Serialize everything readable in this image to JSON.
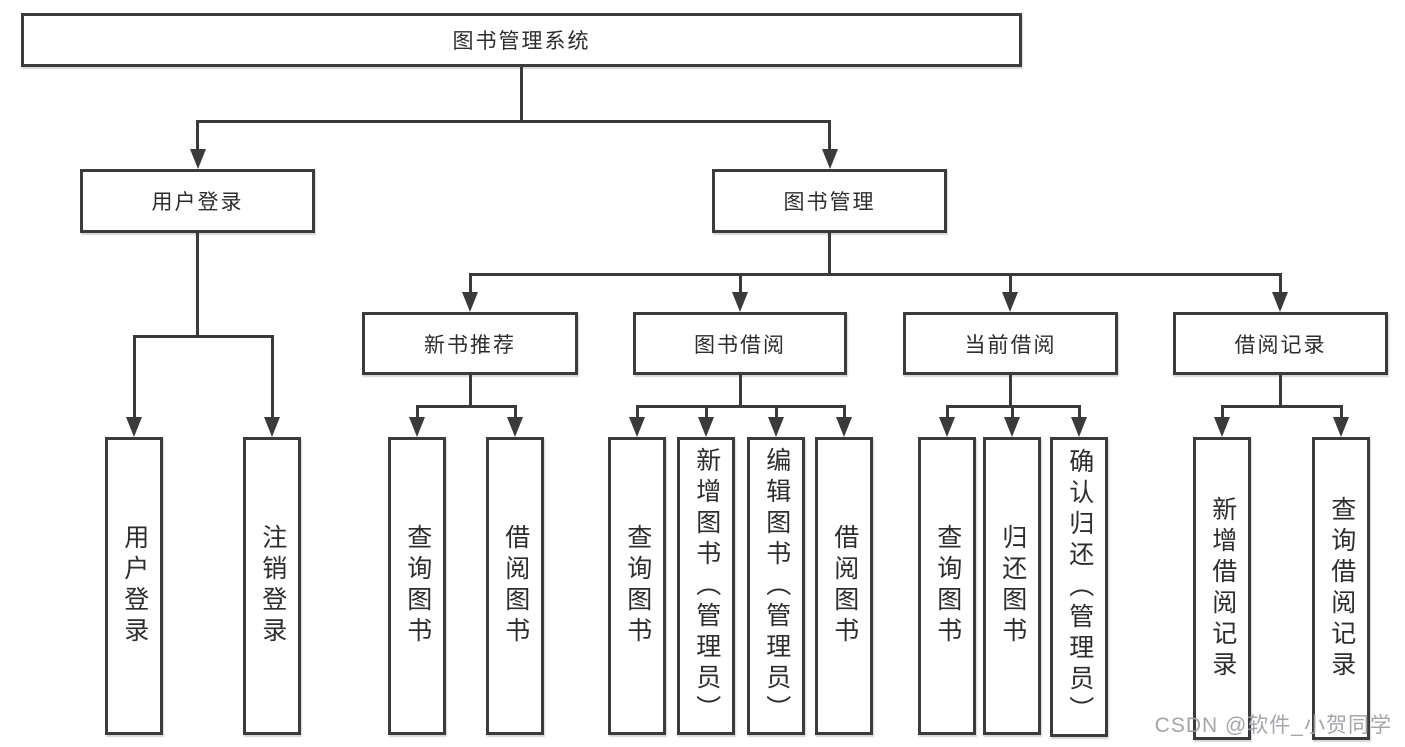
{
  "diagram": {
    "root_label": "图书管理系统",
    "branches": [
      {
        "label": "用户登录",
        "children": [
          {
            "label": "用户登录"
          },
          {
            "label": "注销登录"
          }
        ]
      },
      {
        "label": "图书管理",
        "children": [
          {
            "label": "新书推荐",
            "children": [
              {
                "label": "查询图书"
              },
              {
                "label": "借阅图书"
              }
            ]
          },
          {
            "label": "图书借阅",
            "children": [
              {
                "label": "查询图书"
              },
              {
                "label": "新增图书（管理员）"
              },
              {
                "label": "编辑图书（管理员）"
              },
              {
                "label": "借阅图书"
              }
            ]
          },
          {
            "label": "当前借阅",
            "children": [
              {
                "label": "查询图书"
              },
              {
                "label": "归还图书"
              },
              {
                "label": "确认归还（管理员）"
              }
            ]
          },
          {
            "label": "借阅记录",
            "children": [
              {
                "label": "新增借阅记录"
              },
              {
                "label": "查询借阅记录"
              }
            ]
          }
        ]
      }
    ],
    "colors": {
      "line": "#3a3a3a",
      "border": "#3b3b3b",
      "text": "#2d2d2d",
      "watermark": "#9ea0a6"
    },
    "watermark": "CSDN @软件_小贺同学"
  }
}
